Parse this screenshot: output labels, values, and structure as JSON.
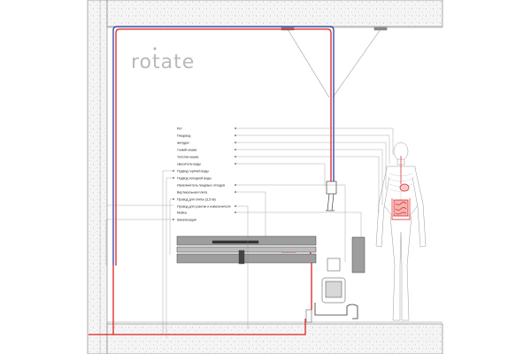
{
  "logo": {
    "text": "rotate"
  },
  "labels": [
    "Рот",
    "Пищевод",
    "желудок",
    "тонкий кишка",
    "Толстая кишка",
    "смеситель воды",
    "Подвод горячей воды",
    "Подвод холодной воды",
    "Измельчитель пищевых отходов",
    "Вертикальная плита",
    "Провод для плиты (3,5 кв)",
    "Провод для розетки и измельчителя",
    "Мойка",
    "Канализация"
  ],
  "colors": {
    "hot_water": "#e02020",
    "cold_water": "#2b3fa8",
    "wall_fill": "#f4f4f4",
    "line": "#8a8a8a",
    "logo": "#b9b9b9"
  }
}
